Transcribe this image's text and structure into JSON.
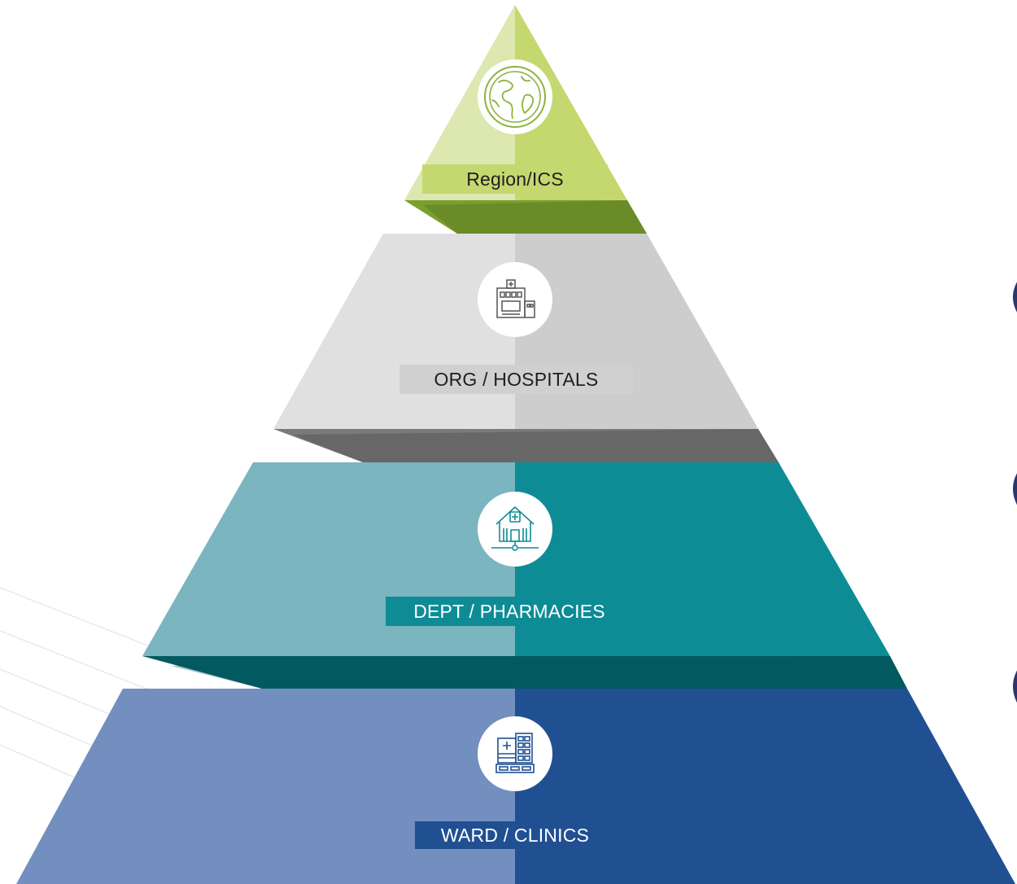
{
  "tiers": [
    {
      "label": "Region/ICS",
      "icon": "globe-icon",
      "color_light": "#dde7b0",
      "color_dark": "#c5d86f",
      "side_color": "#7a9f2e",
      "label_bg": "#c5d86f",
      "label_color": "#1e1e1e",
      "icon_color": "#8ab33d"
    },
    {
      "label": "ORG / HOSPITALS",
      "icon": "hospital-building-icon",
      "color_light": "#e0e0e0",
      "color_dark": "#cdcdcd",
      "side_color": "#7a7a7a",
      "label_bg": "#d0d0d0",
      "label_color": "#1e1e1e",
      "icon_color": "#555555"
    },
    {
      "label": "DEPT / PHARMACIES",
      "icon": "pharmacy-network-icon",
      "color_light": "#7bb5bf",
      "color_dark": "#0e8c96",
      "side_color": "#045a60",
      "label_bg": "#0e8c96",
      "label_color": "#ffffff",
      "icon_color": "#0e8c96"
    },
    {
      "label": "WARD / CLINICS",
      "icon": "clinic-building-icon",
      "color_light": "#738fc0",
      "color_dark": "#205092",
      "side_color": "#123a70",
      "label_bg": "#205092",
      "label_color": "#ffffff",
      "icon_color": "#205092"
    }
  ],
  "accent_marks_color": "#2b3570"
}
